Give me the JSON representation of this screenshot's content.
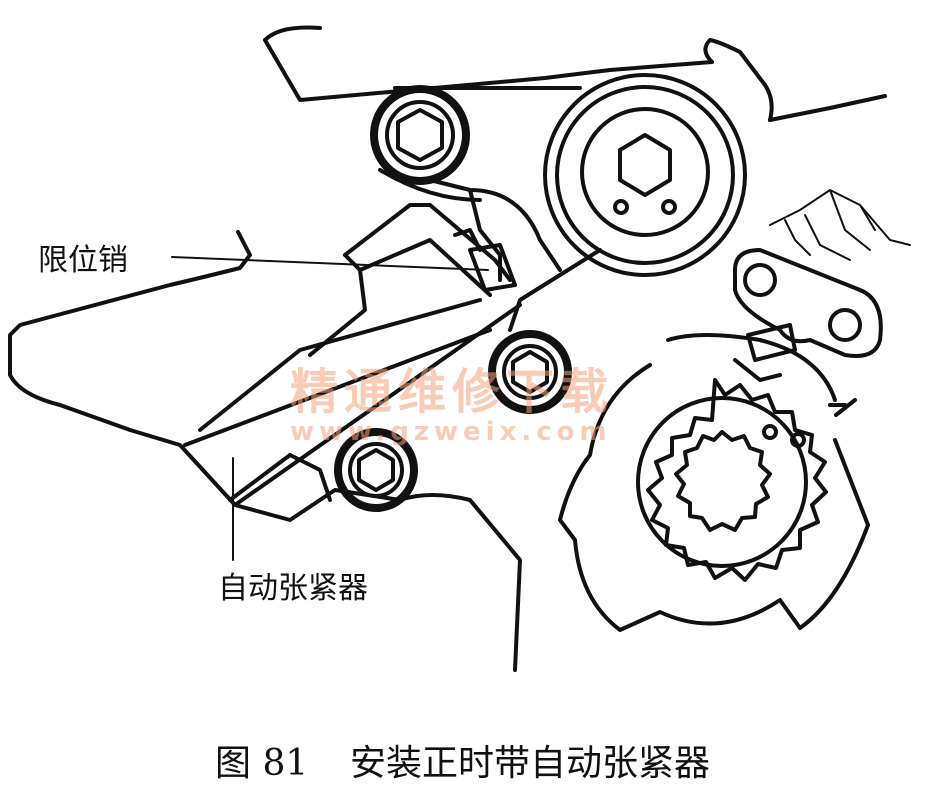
{
  "labels": {
    "stopper_pin": "限位销",
    "auto_tensioner": "自动张紧器"
  },
  "caption": {
    "figure_number": "图 81",
    "title": "安装正时带自动张紧器"
  },
  "watermark": {
    "text_cn": "精通维修下载",
    "text_url": "www.gzweix.com",
    "color": "#f2a279"
  }
}
